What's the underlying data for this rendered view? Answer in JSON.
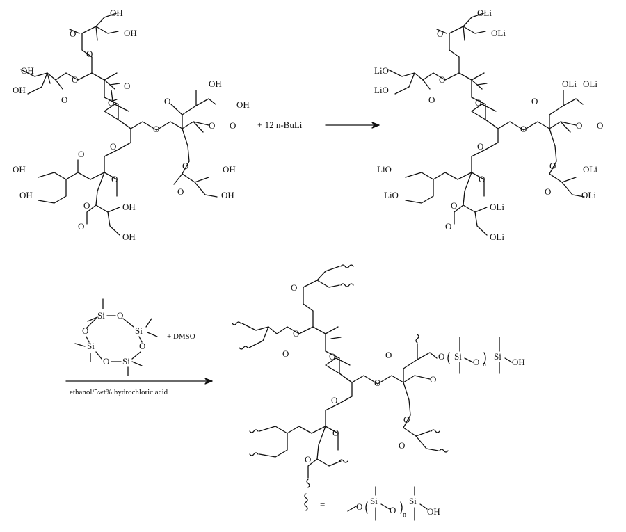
{
  "scheme": {
    "reagent_top": "+ 12 n-BuLi",
    "reagent_dmso": "+ DMSO",
    "condition": "ethanol/5wt% hydrochloric acid",
    "atoms": {
      "oh": "OH",
      "oli": "OLi",
      "lio": "LiO",
      "o": "O",
      "si": "Si",
      "n": "n"
    },
    "legend_equals": "="
  }
}
